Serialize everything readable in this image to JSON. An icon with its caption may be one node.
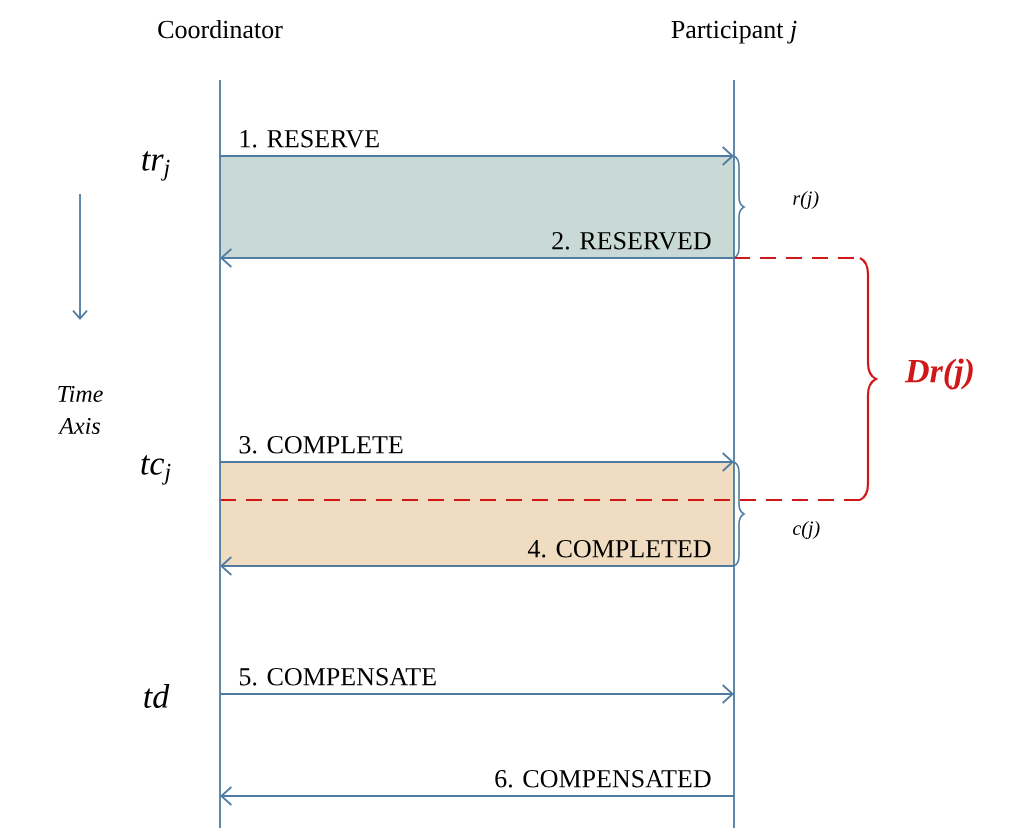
{
  "diagram": {
    "nodes": [
      {
        "text": [
          "Coordinator"
        ]
      },
      {
        "text": [
          "Participant *j*"
        ]
      }
    ],
    "edges": [
      {
        "from": 0,
        "to": 1,
        "arrow": "to",
        "label": "1. RESERVE"
      },
      {
        "from": 1,
        "to": 0,
        "arrow": "to",
        "label": "2. RESERVED"
      },
      {
        "from": 0,
        "to": 1,
        "arrow": "to",
        "label": "3. COMPLETE"
      },
      {
        "from": 1,
        "to": 0,
        "arrow": "to",
        "label": "4. COMPLETED"
      },
      {
        "from": 0,
        "to": 1,
        "arrow": "to",
        "label": "5. COMPENSATE"
      },
      {
        "from": 1,
        "to": 0,
        "arrow": "to",
        "label": "6. COMPENSATED"
      }
    ],
    "labels": [
      "tr$_{j}$",
      "r(j)",
      "Time Axis",
      "Dr(j)",
      "tc$_{j}$",
      "c(j)",
      "td"
    ]
  }
}
